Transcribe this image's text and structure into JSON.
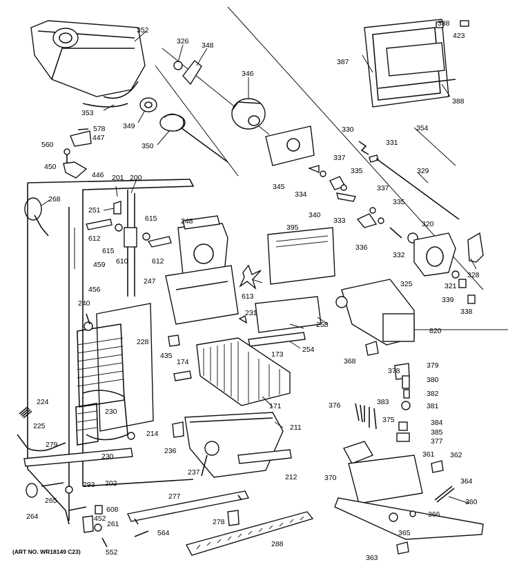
{
  "art_number": "(ART NO. WR18149 C23)",
  "callouts": [
    {
      "id": "c352",
      "text": "352"
    },
    {
      "id": "c326",
      "text": "326"
    },
    {
      "id": "c348",
      "text": "348"
    },
    {
      "id": "c346",
      "text": "346"
    },
    {
      "id": "c353",
      "text": "353"
    },
    {
      "id": "c349",
      "text": "349"
    },
    {
      "id": "c350",
      "text": "350"
    },
    {
      "id": "c578",
      "text": "578"
    },
    {
      "id": "c447",
      "text": "447"
    },
    {
      "id": "c560",
      "text": "560"
    },
    {
      "id": "c450",
      "text": "450"
    },
    {
      "id": "c446",
      "text": "446"
    },
    {
      "id": "c201",
      "text": "201"
    },
    {
      "id": "c200",
      "text": "200"
    },
    {
      "id": "c268",
      "text": "268"
    },
    {
      "id": "c251",
      "text": "251"
    },
    {
      "id": "c612a",
      "text": "612"
    },
    {
      "id": "c615a",
      "text": "615"
    },
    {
      "id": "c615b",
      "text": "615"
    },
    {
      "id": "c610",
      "text": "610"
    },
    {
      "id": "c612b",
      "text": "612"
    },
    {
      "id": "c248",
      "text": "248"
    },
    {
      "id": "c459",
      "text": "459"
    },
    {
      "id": "c456",
      "text": "456"
    },
    {
      "id": "c247",
      "text": "247"
    },
    {
      "id": "c613",
      "text": "613"
    },
    {
      "id": "c240",
      "text": "240"
    },
    {
      "id": "c228",
      "text": "228"
    },
    {
      "id": "c231",
      "text": "231"
    },
    {
      "id": "c435",
      "text": "435"
    },
    {
      "id": "c174",
      "text": "174"
    },
    {
      "id": "c173",
      "text": "173"
    },
    {
      "id": "c171",
      "text": "171"
    },
    {
      "id": "c230a",
      "text": "230"
    },
    {
      "id": "c224",
      "text": "224"
    },
    {
      "id": "c225",
      "text": "225"
    },
    {
      "id": "c279",
      "text": "279"
    },
    {
      "id": "c214",
      "text": "214"
    },
    {
      "id": "c230b",
      "text": "230"
    },
    {
      "id": "c211",
      "text": "211"
    },
    {
      "id": "c236",
      "text": "236"
    },
    {
      "id": "c237",
      "text": "237"
    },
    {
      "id": "c212",
      "text": "212"
    },
    {
      "id": "c293",
      "text": "293"
    },
    {
      "id": "c202",
      "text": "202"
    },
    {
      "id": "c265",
      "text": "265"
    },
    {
      "id": "c264",
      "text": "264"
    },
    {
      "id": "c277",
      "text": "277"
    },
    {
      "id": "c608",
      "text": "608"
    },
    {
      "id": "c452",
      "text": "452"
    },
    {
      "id": "c261",
      "text": "261"
    },
    {
      "id": "c278",
      "text": "278"
    },
    {
      "id": "c564",
      "text": "564"
    },
    {
      "id": "c552",
      "text": "552"
    },
    {
      "id": "c288",
      "text": "288"
    },
    {
      "id": "c388a",
      "text": "388"
    },
    {
      "id": "c423",
      "text": "423"
    },
    {
      "id": "c387",
      "text": "387"
    },
    {
      "id": "c388b",
      "text": "388"
    },
    {
      "id": "c330",
      "text": "330"
    },
    {
      "id": "c354",
      "text": "354"
    },
    {
      "id": "c331",
      "text": "331"
    },
    {
      "id": "c337a",
      "text": "337"
    },
    {
      "id": "c335a",
      "text": "335"
    },
    {
      "id": "c345",
      "text": "345"
    },
    {
      "id": "c334",
      "text": "334"
    },
    {
      "id": "c329",
      "text": "329"
    },
    {
      "id": "c337b",
      "text": "337"
    },
    {
      "id": "c340",
      "text": "340"
    },
    {
      "id": "c333",
      "text": "333"
    },
    {
      "id": "c335b",
      "text": "335"
    },
    {
      "id": "c395",
      "text": "395"
    },
    {
      "id": "c320",
      "text": "320"
    },
    {
      "id": "c336",
      "text": "336"
    },
    {
      "id": "c332",
      "text": "332"
    },
    {
      "id": "c328",
      "text": "328"
    },
    {
      "id": "c325",
      "text": "325"
    },
    {
      "id": "c321",
      "text": "321"
    },
    {
      "id": "c339",
      "text": "339"
    },
    {
      "id": "c338",
      "text": "338"
    },
    {
      "id": "c258",
      "text": "258"
    },
    {
      "id": "c820",
      "text": "820"
    },
    {
      "id": "c254",
      "text": "254"
    },
    {
      "id": "c368",
      "text": "368"
    },
    {
      "id": "c378",
      "text": "378"
    },
    {
      "id": "c379",
      "text": "379"
    },
    {
      "id": "c380",
      "text": "380"
    },
    {
      "id": "c382",
      "text": "382"
    },
    {
      "id": "c376",
      "text": "376"
    },
    {
      "id": "c383",
      "text": "383"
    },
    {
      "id": "c381",
      "text": "381"
    },
    {
      "id": "c375",
      "text": "375"
    },
    {
      "id": "c384",
      "text": "384"
    },
    {
      "id": "c385",
      "text": "385"
    },
    {
      "id": "c377",
      "text": "377"
    },
    {
      "id": "c361",
      "text": "361"
    },
    {
      "id": "c362",
      "text": "362"
    },
    {
      "id": "c370",
      "text": "370"
    },
    {
      "id": "c364",
      "text": "364"
    },
    {
      "id": "c360",
      "text": "360"
    },
    {
      "id": "c366",
      "text": "366"
    },
    {
      "id": "c365",
      "text": "365"
    },
    {
      "id": "c363",
      "text": "363"
    }
  ]
}
